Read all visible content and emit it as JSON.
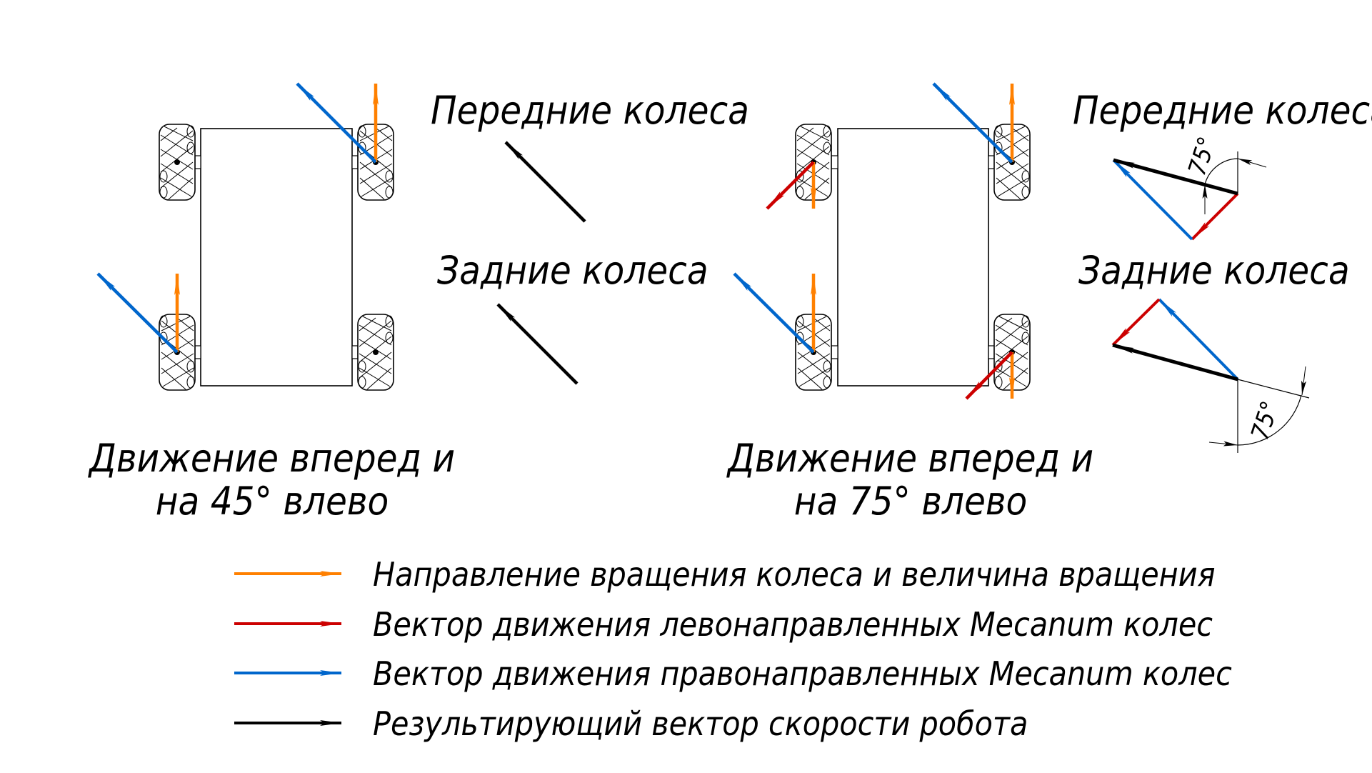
{
  "colors": {
    "rotation": "#FF8000",
    "left_mecanum": "#CC0000",
    "right_mecanum": "#0066CC",
    "resultant": "#000000",
    "outline": "#000000"
  },
  "panels": [
    {
      "id": "forward-45",
      "caption_line1": "Движение вперед и",
      "caption_line2": "на 45° влево",
      "front_label": "Передние колеса",
      "rear_label": "Задние колеса",
      "angle_deg": 45
    },
    {
      "id": "forward-75",
      "caption_line1": "Движение вперед и",
      "caption_line2": "на 75° влево",
      "front_label": "Передние колеса",
      "rear_label": "Задние колеса",
      "angle_deg": 75,
      "front_angle_label": "75°",
      "rear_angle_label": "75°"
    }
  ],
  "legend": [
    {
      "key": "rotation",
      "label": "Направление вращения колеса и величина вращения"
    },
    {
      "key": "left_mecanum",
      "label": "Вектор движения левонаправленных Mecanum колес"
    },
    {
      "key": "right_mecanum",
      "label": "Вектор движения правонаправленных Mecanum колес"
    },
    {
      "key": "resultant",
      "label": "Результирующий вектор скорости робота"
    }
  ]
}
